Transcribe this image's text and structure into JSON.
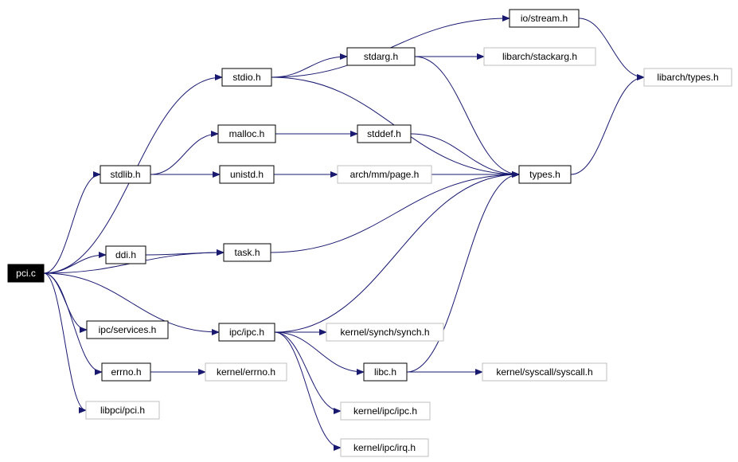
{
  "colors": {
    "edge": "#191970",
    "node_border": "#000000",
    "node_missing_border": "#bfbfbf",
    "root_fill": "#000000",
    "root_text": "#ffffff",
    "text": "#000000"
  },
  "nodes": [
    {
      "id": "pci_c",
      "label": "pci.c",
      "kind": "root"
    },
    {
      "id": "stdio_h",
      "label": "stdio.h",
      "kind": "normal"
    },
    {
      "id": "io_stream_h",
      "label": "io/stream.h",
      "kind": "normal"
    },
    {
      "id": "stdarg_h",
      "label": "stdarg.h",
      "kind": "normal"
    },
    {
      "id": "libarch_stackarg_h",
      "label": "libarch/stackarg.h",
      "kind": "missing"
    },
    {
      "id": "libarch_types_h",
      "label": "libarch/types.h",
      "kind": "missing"
    },
    {
      "id": "malloc_h",
      "label": "malloc.h",
      "kind": "normal"
    },
    {
      "id": "stddef_h",
      "label": "stddef.h",
      "kind": "normal"
    },
    {
      "id": "stdlib_h",
      "label": "stdlib.h",
      "kind": "normal"
    },
    {
      "id": "unistd_h",
      "label": "unistd.h",
      "kind": "normal"
    },
    {
      "id": "arch_mm_page_h",
      "label": "arch/mm/page.h",
      "kind": "missing"
    },
    {
      "id": "types_h",
      "label": "types.h",
      "kind": "normal"
    },
    {
      "id": "ddi_h",
      "label": "ddi.h",
      "kind": "normal"
    },
    {
      "id": "task_h",
      "label": "task.h",
      "kind": "normal"
    },
    {
      "id": "ipc_services_h",
      "label": "ipc/services.h",
      "kind": "normal"
    },
    {
      "id": "ipc_ipc_h",
      "label": "ipc/ipc.h",
      "kind": "normal"
    },
    {
      "id": "kernel_synch_synch_h",
      "label": "kernel/synch/synch.h",
      "kind": "missing"
    },
    {
      "id": "errno_h",
      "label": "errno.h",
      "kind": "normal"
    },
    {
      "id": "kernel_errno_h",
      "label": "kernel/errno.h",
      "kind": "missing"
    },
    {
      "id": "libc_h",
      "label": "libc.h",
      "kind": "normal"
    },
    {
      "id": "kernel_syscall_syscall_h",
      "label": "kernel/syscall/syscall.h",
      "kind": "missing"
    },
    {
      "id": "libpci_pci_h",
      "label": "libpci/pci.h",
      "kind": "missing"
    },
    {
      "id": "kernel_ipc_ipc_h",
      "label": "kernel/ipc/ipc.h",
      "kind": "missing"
    },
    {
      "id": "kernel_ipc_irq_h",
      "label": "kernel/ipc/irq.h",
      "kind": "missing"
    }
  ],
  "edges": [
    {
      "from": "pci_c",
      "to": "stdio_h"
    },
    {
      "from": "pci_c",
      "to": "stdlib_h"
    },
    {
      "from": "pci_c",
      "to": "task_h"
    },
    {
      "from": "pci_c",
      "to": "ddi_h"
    },
    {
      "from": "pci_c",
      "to": "ipc_ipc_h"
    },
    {
      "from": "pci_c",
      "to": "ipc_services_h"
    },
    {
      "from": "pci_c",
      "to": "errno_h"
    },
    {
      "from": "pci_c",
      "to": "libpci_pci_h"
    },
    {
      "from": "stdio_h",
      "to": "io_stream_h"
    },
    {
      "from": "stdio_h",
      "to": "stdarg_h"
    },
    {
      "from": "stdio_h",
      "to": "types_h"
    },
    {
      "from": "io_stream_h",
      "to": "libarch_types_h"
    },
    {
      "from": "stdarg_h",
      "to": "libarch_stackarg_h"
    },
    {
      "from": "stdarg_h",
      "to": "types_h"
    },
    {
      "from": "stdlib_h",
      "to": "malloc_h"
    },
    {
      "from": "stdlib_h",
      "to": "unistd_h"
    },
    {
      "from": "malloc_h",
      "to": "stddef_h"
    },
    {
      "from": "stddef_h",
      "to": "types_h"
    },
    {
      "from": "unistd_h",
      "to": "arch_mm_page_h"
    },
    {
      "from": "unistd_h",
      "to": "types_h"
    },
    {
      "from": "types_h",
      "to": "libarch_types_h"
    },
    {
      "from": "ddi_h",
      "to": "task_h"
    },
    {
      "from": "task_h",
      "to": "types_h"
    },
    {
      "from": "ipc_ipc_h",
      "to": "types_h"
    },
    {
      "from": "ipc_ipc_h",
      "to": "kernel_synch_synch_h"
    },
    {
      "from": "ipc_ipc_h",
      "to": "libc_h"
    },
    {
      "from": "ipc_ipc_h",
      "to": "kernel_ipc_ipc_h"
    },
    {
      "from": "ipc_ipc_h",
      "to": "kernel_ipc_irq_h"
    },
    {
      "from": "libc_h",
      "to": "types_h"
    },
    {
      "from": "libc_h",
      "to": "kernel_syscall_syscall_h"
    },
    {
      "from": "errno_h",
      "to": "kernel_errno_h"
    }
  ]
}
